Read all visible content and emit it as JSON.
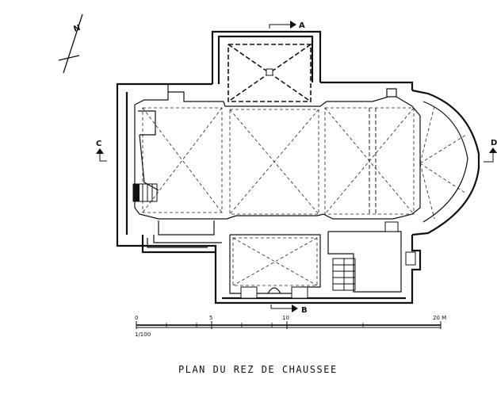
{
  "title": "PLAN DU REZ DE CHAUSSEE",
  "north": "N",
  "sections": {
    "a": "A",
    "b": "B",
    "c": "C",
    "d": "D"
  },
  "scale": {
    "ticks": [
      "0",
      "5",
      "10",
      "20 M"
    ],
    "ratio": "1/100"
  }
}
